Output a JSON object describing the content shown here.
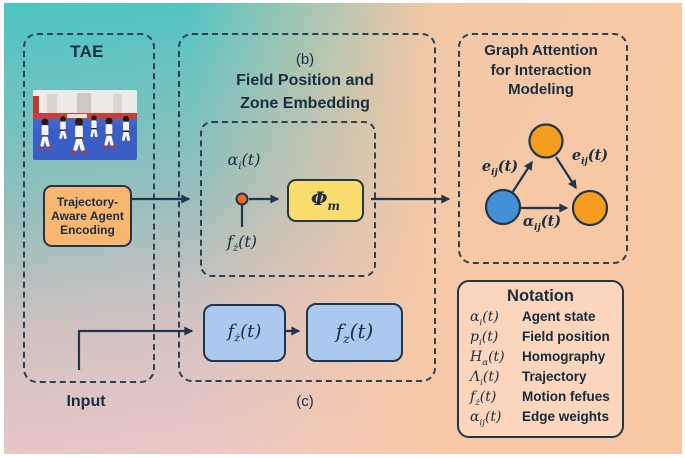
{
  "colors": {
    "bg_teal": "#4cc7c3",
    "bg_pink": "#f6caca",
    "bg_peach": "#f8c8a5",
    "stroke_dark": "#20364a",
    "encoder_box_fill": "#f8b671",
    "phi_box_fill": "#fadc6e",
    "blue_box_fill": "#abc8ef",
    "orange_node": "#f59d1e",
    "blue_node": "#4390d6",
    "junction_dot": "#f26a22",
    "notation_fill": "#fbd6bd"
  },
  "tae": {
    "title": "TAE",
    "encoder_lines": [
      "Trajectory-",
      "Aware Agent",
      "Encoding"
    ],
    "input_label": "Input"
  },
  "field_zone": {
    "tag": "(b)",
    "title_lines": [
      "Field Position and",
      "Zone Embedding"
    ],
    "alpha": {
      "pre": "α",
      "sub": "i",
      "post": "(t)"
    },
    "f_zdot": {
      "pre": "f",
      "sub": "ż",
      "post": "(t)"
    },
    "phi": {
      "pre": "Φ",
      "sub": "m",
      "post": ""
    },
    "box_f_zdot": {
      "pre": "f",
      "sub": "ż",
      "post": "(t)"
    },
    "box_f_z": {
      "pre": "f",
      "sub": "z",
      "post": "(t)"
    },
    "bottom_tag": "(c)"
  },
  "graph_attention": {
    "title_lines": [
      "Graph Attention",
      "for Interaction",
      "Modeling"
    ],
    "edge_left": {
      "pre": "e",
      "sub": "ij",
      "post": "(t)"
    },
    "edge_right": {
      "pre": "e",
      "sub": "ij",
      "post": "(t)"
    },
    "edge_bottom": {
      "pre": "α",
      "sub": "ij",
      "post": "(t)"
    }
  },
  "notation": {
    "title": "Notation",
    "rows": [
      {
        "sym": {
          "pre": "α",
          "sub": "i",
          "post": "(t)"
        },
        "desc": "Agent state"
      },
      {
        "sym": {
          "pre": "p",
          "sub": "i",
          "post": "(t)"
        },
        "desc": "Field position"
      },
      {
        "sym": {
          "pre": "H",
          "sub": "α",
          "post": "(t)"
        },
        "desc": "Homography"
      },
      {
        "sym": {
          "pre": "Λ",
          "sub": "i",
          "post": "(t)"
        },
        "desc": "Trajectory"
      },
      {
        "sym": {
          "pre": "f",
          "sub": "ż",
          "post": "(t)"
        },
        "desc": "Motion fefues"
      },
      {
        "sym": {
          "pre": "α",
          "sub": "ij",
          "post": "(t)"
        },
        "desc": "Edge weights"
      }
    ]
  }
}
